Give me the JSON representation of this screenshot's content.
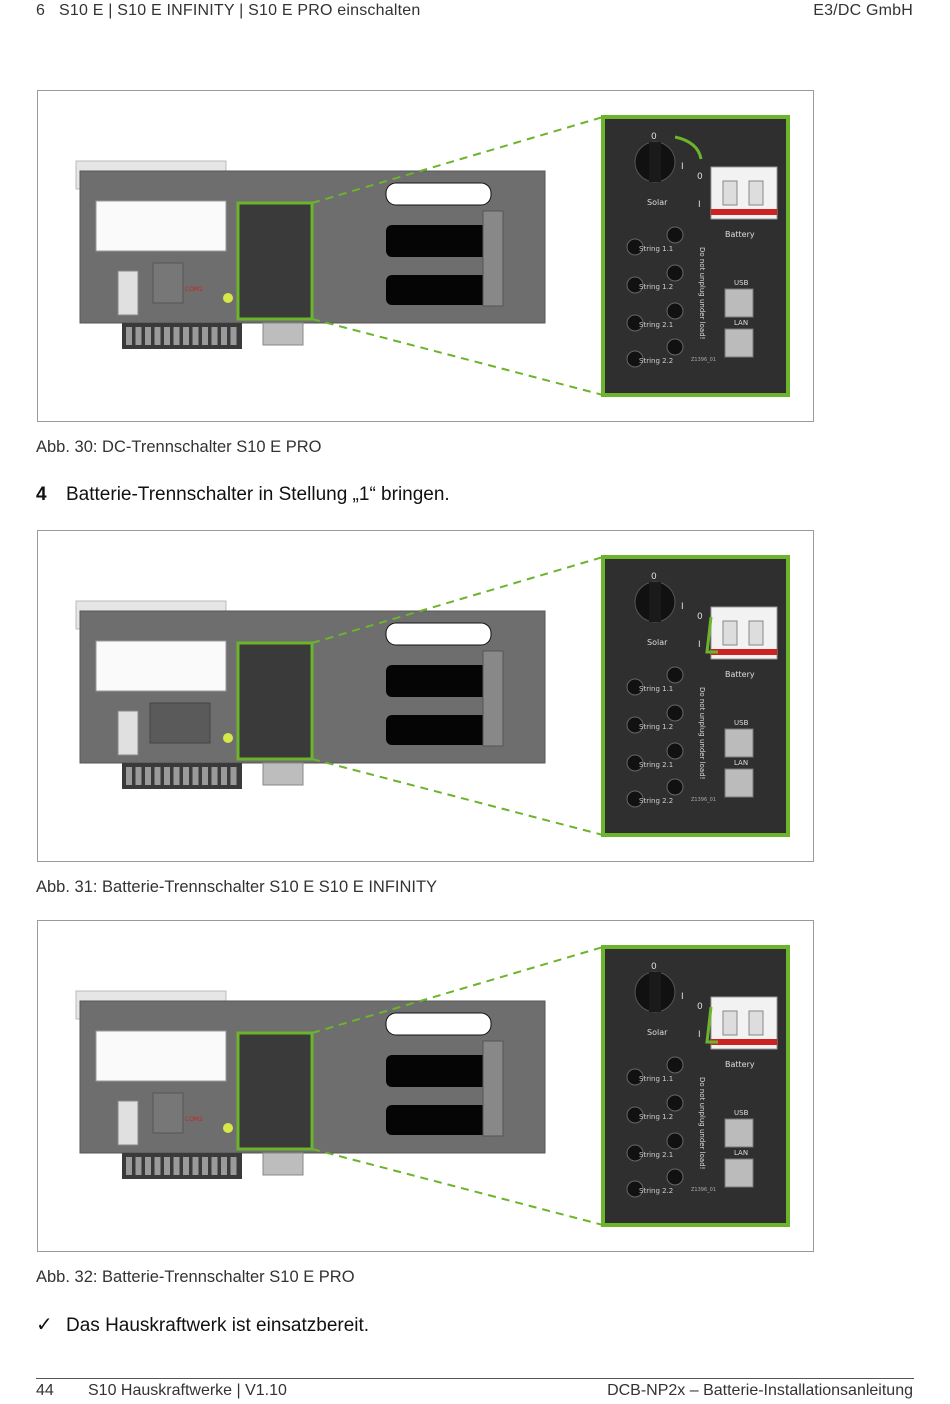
{
  "header": {
    "page_section": "6",
    "section_title": "S10 E | S10 E INFINITY | S10 E PRO einschalten",
    "company": "E3/DC GmbH"
  },
  "figures": [
    {
      "caption": "Abb. 30: DC-Trennschalter S10 E PRO",
      "labels": {
        "pos0": "0",
        "pos1": "I",
        "sw0": "0",
        "sw1": "I",
        "solar": "Solar",
        "battery": "Battery",
        "s11": "String 1.1",
        "s12": "String 1.2",
        "s21": "String 2.1",
        "s22": "String 2.2",
        "warn": "Do not unplug under load!",
        "usb": "USB",
        "lan": "LAN",
        "code": "Z1396_01",
        "com": "COM2"
      }
    },
    {
      "caption": "Abb. 31: Batterie-Trennschalter S10 E  S10 E INFINITY",
      "labels": {
        "pos0": "0",
        "pos1": "I",
        "sw0": "0",
        "sw1": "I",
        "solar": "Solar",
        "battery": "Battery",
        "s11": "String 1.1",
        "s12": "String 1.2",
        "s21": "String 2.1",
        "s22": "String 2.2",
        "warn": "Do not unplug under load!",
        "usb": "USB",
        "lan": "LAN",
        "code": "Z1396_01",
        "com": ""
      }
    },
    {
      "caption": "Abb. 32: Batterie-Trennschalter S10 E PRO",
      "labels": {
        "pos0": "0",
        "pos1": "I",
        "sw0": "0",
        "sw1": "I",
        "solar": "Solar",
        "battery": "Battery",
        "s11": "String 1.1",
        "s12": "String 1.2",
        "s21": "String 2.1",
        "s22": "String 2.2",
        "warn": "Do not unplug under load!",
        "usb": "USB",
        "lan": "LAN",
        "code": "Z1396_01",
        "com": "COM2"
      }
    }
  ],
  "step": {
    "number": "4",
    "text": "Batterie-Trennschalter in Stellung „1“ bringen."
  },
  "result": {
    "mark": "✓",
    "text": "Das Hauskraftwerk ist einsatzbereit."
  },
  "footer": {
    "page_number": "44",
    "product": "S10 Hauskraftwerke | V1.10",
    "document": "DCB-NP2x – Batterie-Installationsanleitung"
  },
  "colors": {
    "highlight_green": "#6bb42c",
    "panel_dark": "#2f2f2f",
    "housing_grey": "#6e6e6e",
    "warning_red": "#cc2222"
  }
}
